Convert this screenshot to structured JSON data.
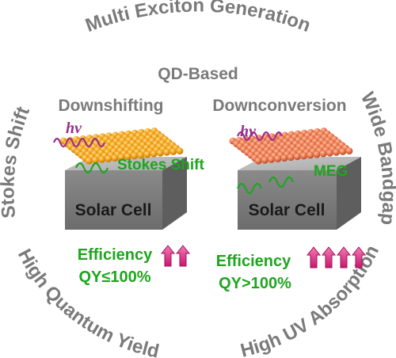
{
  "ring": {
    "top": "Multi Exciton Generation",
    "left": "Stokes Shift",
    "right": "Wide Bandgap",
    "bottom_left": "High Quantum Yield",
    "bottom_right": "High UV Absorption"
  },
  "center": {
    "title": "QD-Based"
  },
  "left_panel": {
    "heading": "Downshifting",
    "photon_label": "hv",
    "shift_label": "Stokes Shift",
    "cell_label": "Solar Cell",
    "efficiency_label": "Efficiency",
    "qy_label": "QY≤100%",
    "arrow_count": 2,
    "qd_color": "#f5a623"
  },
  "right_panel": {
    "heading": "Downconversion",
    "photon_label": "hv",
    "shift_label": "MEG",
    "cell_label": "Solar Cell",
    "efficiency_label": "Efficiency",
    "qy_label": "QY>100%",
    "arrow_count": 4,
    "qd_color": "#ee7f55"
  },
  "colors": {
    "gray_text": "#7a7a7a",
    "green": "#1ea51e",
    "purple": "#9b2d8f",
    "arrow_pink": "#e23d8f"
  }
}
